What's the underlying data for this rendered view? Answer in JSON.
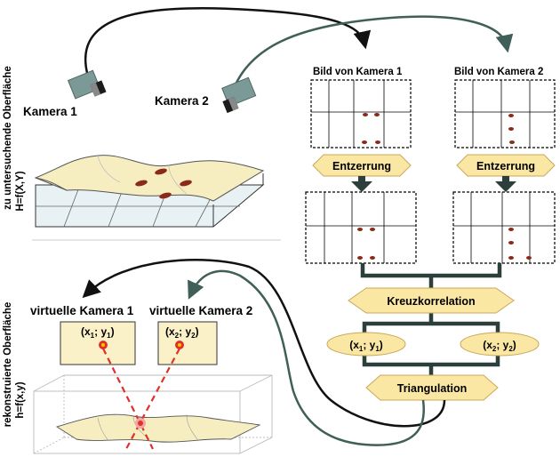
{
  "side_labels": {
    "surface_top_line1": "zu untersuchende Oberfläche",
    "surface_top_line2": "H=f(X,Y)",
    "surface_bottom_line1": "rekonstruierte Oberfläche",
    "surface_bottom_line2": "h=f(x,y)"
  },
  "cameras": {
    "camera1": "Kamera 1",
    "camera2": "Kamera 2",
    "virtual1": "virtuelle Kamera 1",
    "virtual2": "virtuelle Kamera 2"
  },
  "images": {
    "image1_title": "Bild von Kamera 1",
    "image2_title": "Bild von Kamera 2"
  },
  "steps": {
    "rectify1": "Entzerrung",
    "rectify2": "Entzerrung",
    "cross_correlation": "Kreuzkorrelation",
    "triangulation": "Triangulation"
  },
  "coords": {
    "c1_open": "(x",
    "c1_sub1": "1",
    "c1_mid": "; y",
    "c1_sub2": "1",
    "c1_close": ")",
    "c2_open": "(x",
    "c2_sub1": "2",
    "c2_mid": "; y",
    "c2_sub2": "2",
    "c2_close": ")"
  },
  "colors": {
    "arrow_black": "#111111",
    "arrow_teal": "#3f5f58",
    "pipe": "#2c3f3a",
    "hexagon_fill": "#fbe7a4",
    "hexagon_stroke": "#c9a85a",
    "surface_fill": "#f6eec0",
    "camera_body": "#7b9a97",
    "marker": "#8b2a1a",
    "red_dash": "#e0302a"
  }
}
